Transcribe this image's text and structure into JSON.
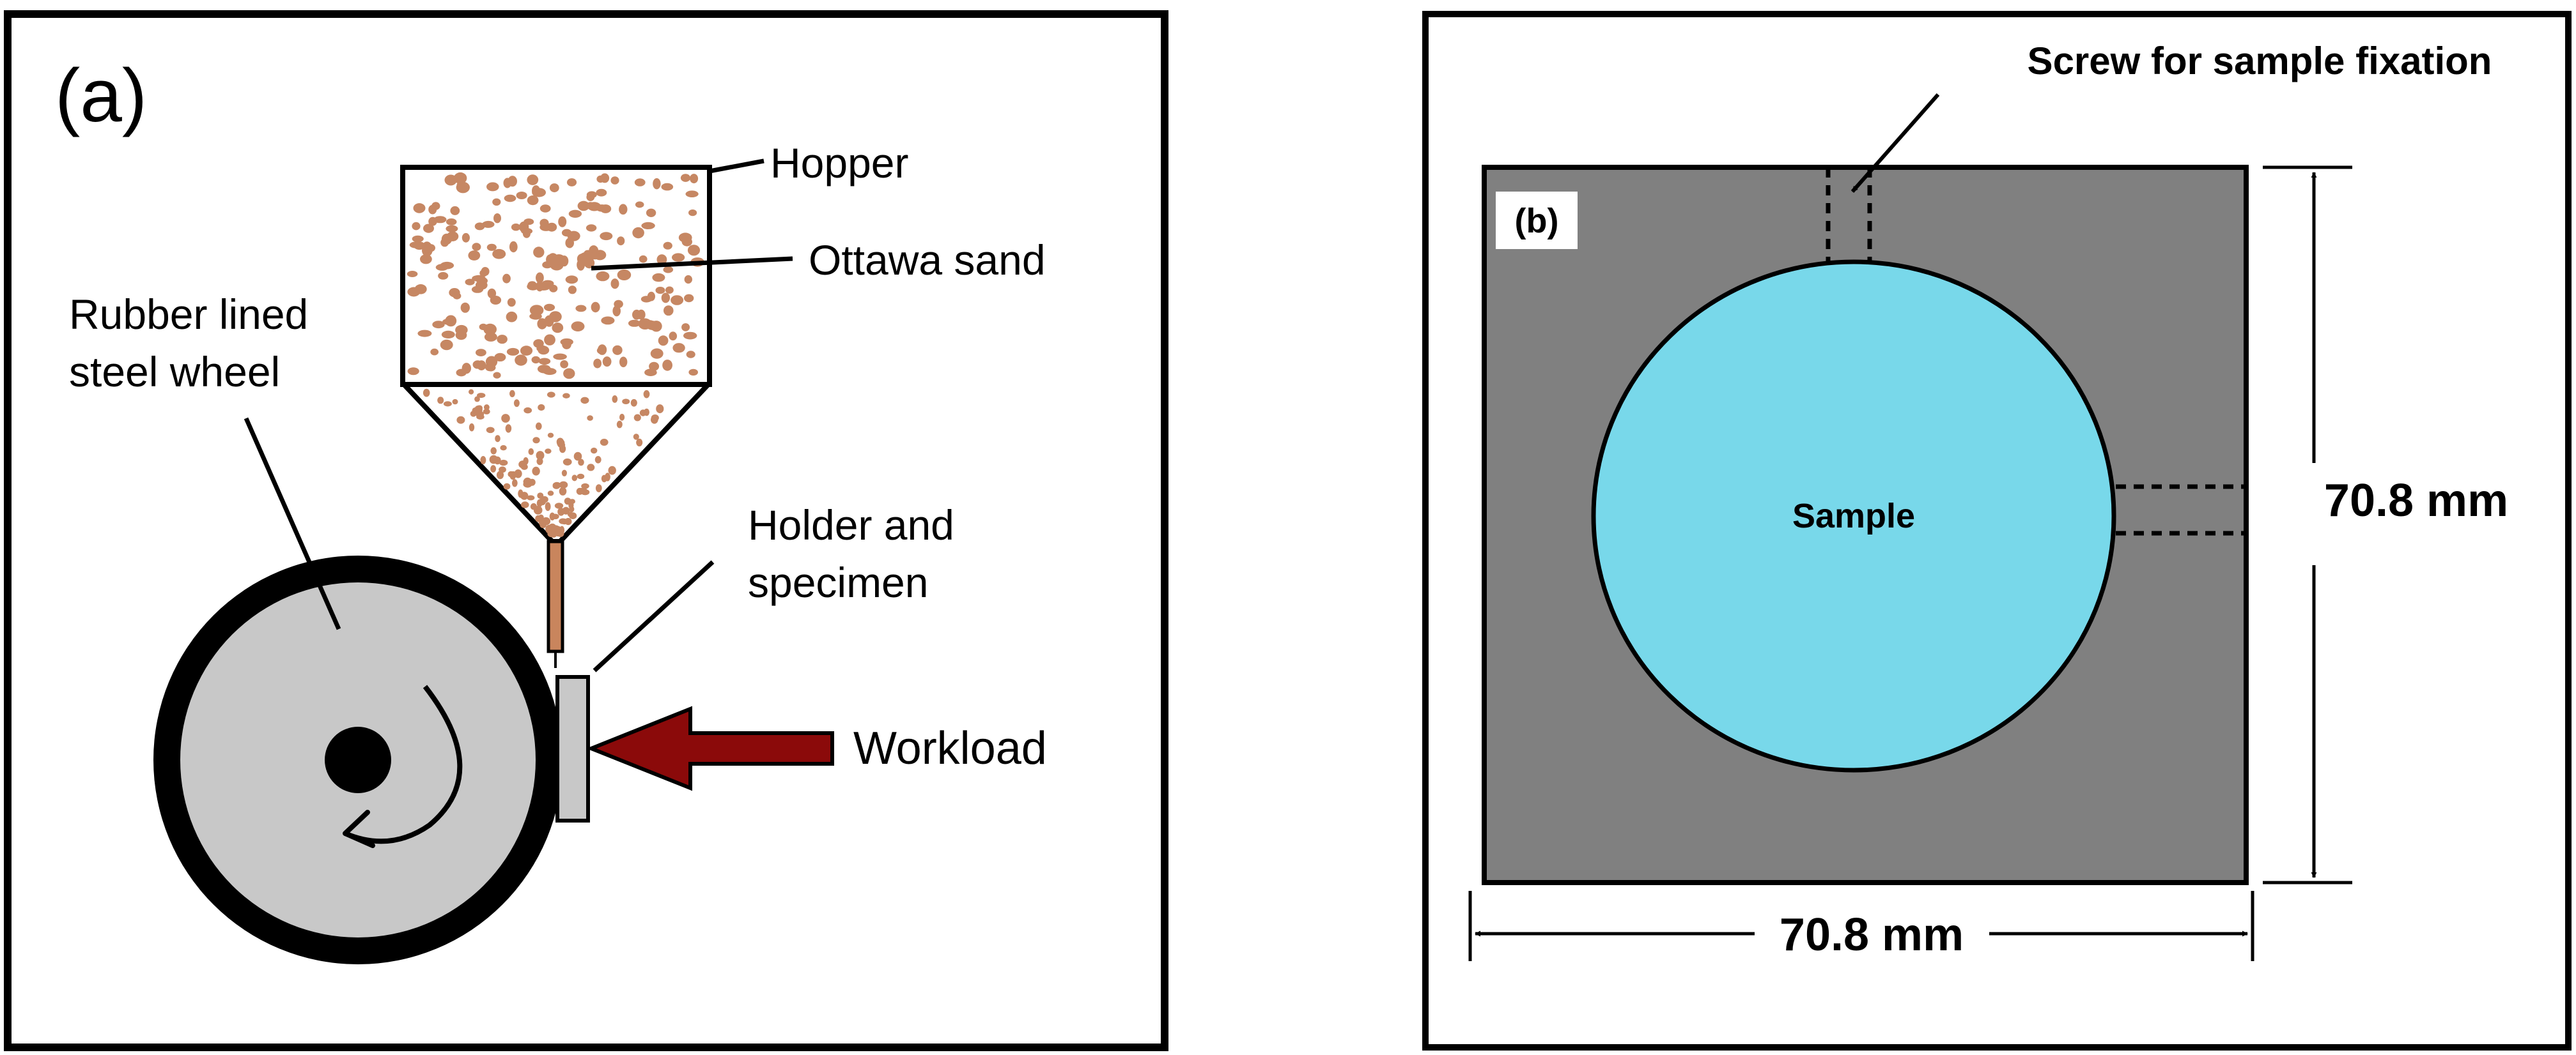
{
  "panel_a": {
    "label": "(a)",
    "hopper_label": "Hopper",
    "sand_label": "Ottawa sand",
    "wheel_label_line1": "Rubber lined",
    "wheel_label_line2": "steel wheel",
    "holder_label_line1": "Holder and",
    "holder_label_line2": "specimen",
    "workload_label": "Workload"
  },
  "panel_b": {
    "label": "(b)",
    "screw_label": "Screw for sample fixation",
    "sample_label": "Sample",
    "vertical_dimension": "70.8 mm",
    "horizontal_dimension": "70.8 mm"
  },
  "colors": {
    "frame": "#000000",
    "sand_grain": "#c68763",
    "wheel_rim": "#000000",
    "wheel_face": "#c8c8c8",
    "holder": "#c8c8c8",
    "nozzle": "#c9855d",
    "workload_arrow": "#8b0a0a",
    "plate": "#808080",
    "sample": "#78d8ea",
    "label_box": "#ffffff"
  }
}
